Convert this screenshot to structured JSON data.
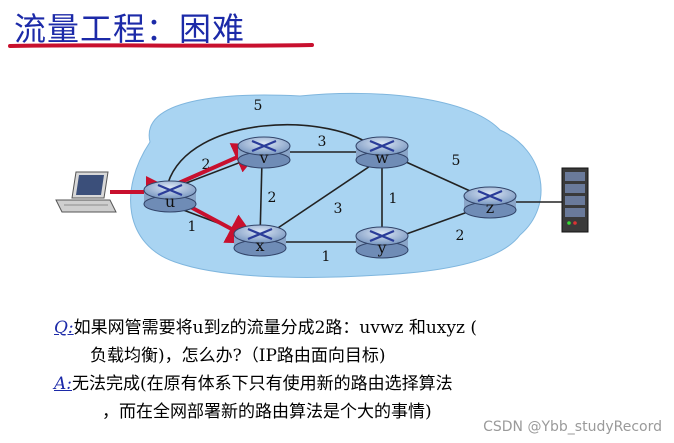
{
  "title": "流量工程：困难",
  "nodes": [
    {
      "id": "u",
      "label": "u"
    },
    {
      "id": "v",
      "label": "v"
    },
    {
      "id": "w",
      "label": "w"
    },
    {
      "id": "x",
      "label": "x"
    },
    {
      "id": "y",
      "label": "y"
    },
    {
      "id": "z",
      "label": "z"
    }
  ],
  "edges": [
    {
      "from": "u",
      "to": "w",
      "cost": "5"
    },
    {
      "from": "u",
      "to": "v",
      "cost": "2"
    },
    {
      "from": "u",
      "to": "x",
      "cost": "1"
    },
    {
      "from": "v",
      "to": "w",
      "cost": "3"
    },
    {
      "from": "v",
      "to": "x",
      "cost": "2"
    },
    {
      "from": "x",
      "to": "w",
      "cost": "3"
    },
    {
      "from": "w",
      "to": "y",
      "cost": "1"
    },
    {
      "from": "x",
      "to": "y",
      "cost": "1"
    },
    {
      "from": "w",
      "to": "z",
      "cost": "5"
    },
    {
      "from": "y",
      "to": "z",
      "cost": "2"
    }
  ],
  "colors": {
    "title": "#1c2aa8",
    "underline": "#c8102e",
    "cloud": "#a9d4f2",
    "router": "#8aa5c8",
    "arrow": "#c8102e"
  },
  "icons": [
    "host-computer-icon",
    "server-rack-icon"
  ],
  "question_tag": "Q:",
  "question_line1": "如果网管需要将u到z的流量分成2路：uvwz 和uxyz (",
  "question_line2": "负载均衡)，怎么办?（IP路由面向目标)",
  "answer_tag": "A:",
  "answer_line1": "无法完成(在原有体系下只有使用新的路由选择算法",
  "answer_line2": "，而在全网部署新的路由算法是个大的事情)",
  "watermark": "CSDN @Ybb_studyRecord"
}
